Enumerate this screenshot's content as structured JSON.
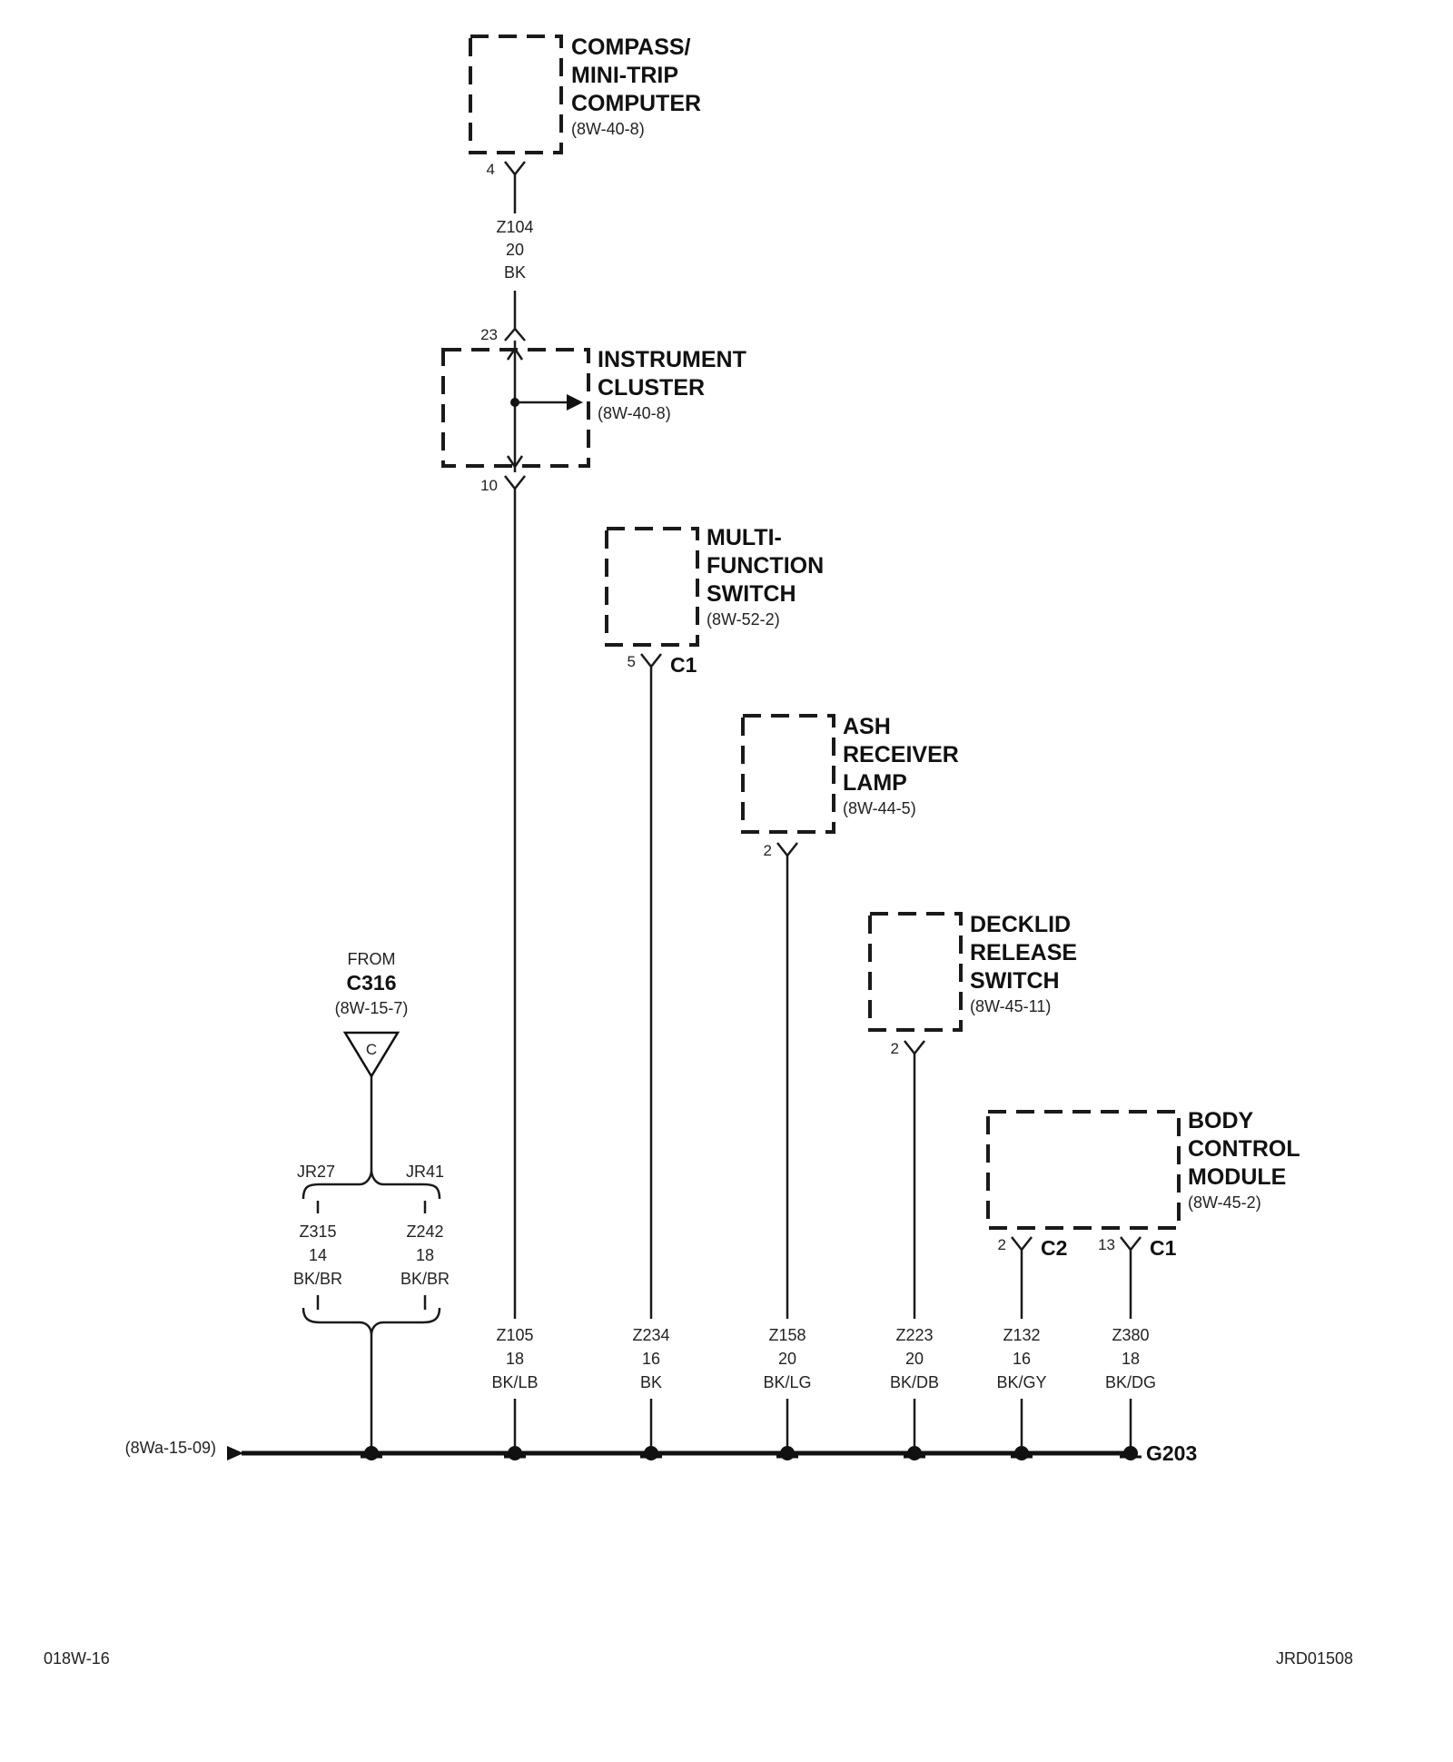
{
  "components": {
    "compass": {
      "name": [
        "COMPASS/",
        "MINI-TRIP",
        "COMPUTER"
      ],
      "ref": "(8W-40-8)",
      "pin": "4"
    },
    "cluster": {
      "name": [
        "INSTRUMENT",
        "CLUSTER"
      ],
      "ref": "(8W-40-8)",
      "pin_top": "23",
      "pin_bottom": "10"
    },
    "multifunction": {
      "name": [
        "MULTI-",
        "FUNCTION",
        "SWITCH"
      ],
      "ref": "(8W-52-2)",
      "pin": "5",
      "connector": "C1"
    },
    "ash": {
      "name": [
        "ASH",
        "RECEIVER",
        "LAMP"
      ],
      "ref": "(8W-44-5)",
      "pin": "2"
    },
    "decklid": {
      "name": [
        "DECKLID",
        "RELEASE",
        "SWITCH"
      ],
      "ref": "(8W-45-11)",
      "pin": "2"
    },
    "bcm": {
      "name": [
        "BODY",
        "CONTROL",
        "MODULE"
      ],
      "ref": "(8W-45-2)",
      "pin_a": "2",
      "conn_a": "C2",
      "pin_b": "13",
      "conn_b": "C1"
    }
  },
  "wires": {
    "z104": [
      "Z104",
      "20",
      "BK"
    ],
    "z105": [
      "Z105",
      "18",
      "BK/LB"
    ],
    "z234": [
      "Z234",
      "16",
      "BK"
    ],
    "z158": [
      "Z158",
      "20",
      "BK/LG"
    ],
    "z223": [
      "Z223",
      "20",
      "BK/DB"
    ],
    "z132": [
      "Z132",
      "16",
      "BK/GY"
    ],
    "z380": [
      "Z380",
      "18",
      "BK/DG"
    ],
    "z315": [
      "Z315",
      "14",
      "BK/BR"
    ],
    "z242": [
      "Z242",
      "18",
      "BK/BR"
    ]
  },
  "c316": {
    "from": "FROM",
    "name": "C316",
    "ref": "(8W-15-7)",
    "letter": "C"
  },
  "splices": {
    "left": "JR27",
    "right": "JR41"
  },
  "ground": {
    "name": "G203",
    "continuation": "(8Wa-15-09)"
  },
  "footer": {
    "left": "018W-16",
    "right": "JRD01508"
  }
}
